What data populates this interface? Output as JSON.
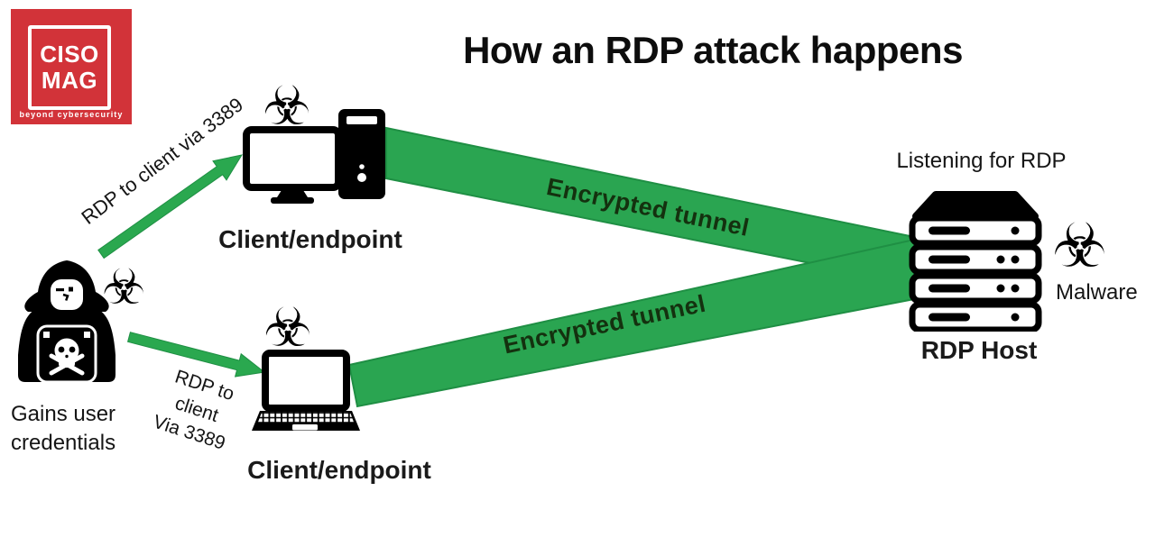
{
  "title": "How an RDP attack happens",
  "logo": {
    "line1": "CISO",
    "line2": "MAG",
    "tagline": "beyond cybersecurity"
  },
  "attacker": {
    "caption": "Gains user credentials"
  },
  "arrow_labels": {
    "top": "RDP to client via 3389",
    "bottom": [
      "RDP to",
      "client",
      "Via 3389"
    ]
  },
  "tunnel_labels": {
    "top": "Encrypted tunnel",
    "bottom": "Encrypted tunnel"
  },
  "endpoints": {
    "top_caption": "Client/endpoint",
    "bottom_caption": "Client/endpoint"
  },
  "server": {
    "status": "Listening for RDP",
    "caption": "RDP Host",
    "malware_caption": "Malware"
  },
  "icons": {
    "biohazard_glyph": "☣"
  },
  "colors": {
    "band_green": "#2aa551",
    "arrow_green": "#2aa84f",
    "band_edge": "#1f8f44",
    "brand_red": "#d23339",
    "tunnel_text": "#14310f"
  }
}
